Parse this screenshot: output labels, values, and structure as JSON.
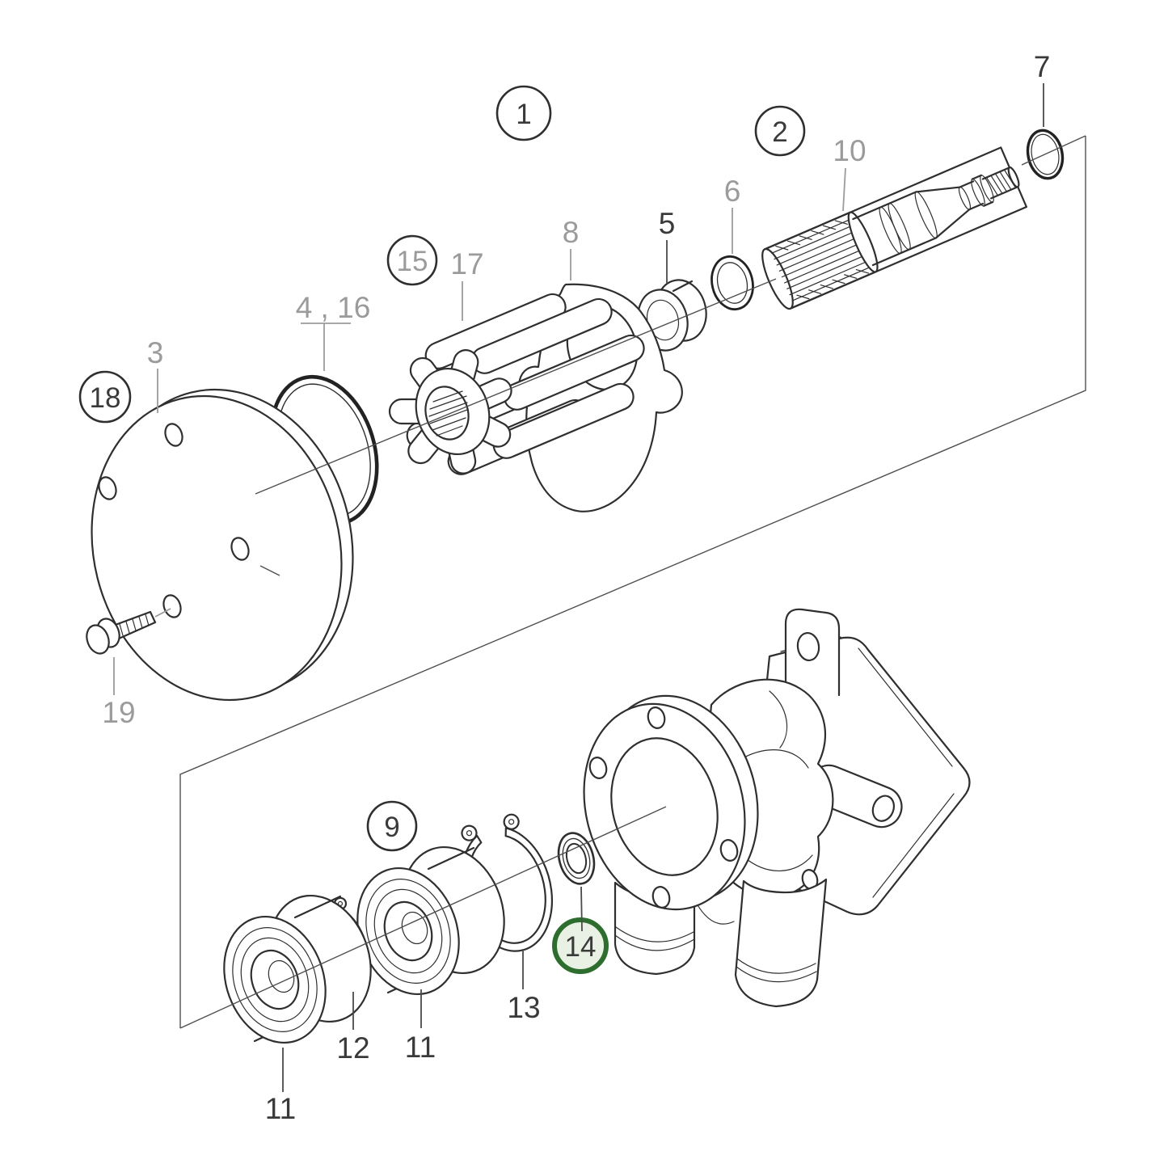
{
  "figure": {
    "type": "exploded-parts-diagram",
    "background": "#ffffff",
    "line_color": "#2f2f2f",
    "gray_label_color": "#9b9b9b",
    "dark_label_color": "#3a3a3a",
    "highlight_stroke": "#2d6e2f",
    "highlight_fill": "#e9f1e5"
  },
  "callouts": {
    "c1": {
      "label": "1"
    },
    "c2": {
      "label": "2"
    },
    "c15": {
      "label": "15"
    },
    "c18": {
      "label": "18"
    },
    "c9": {
      "label": "9"
    },
    "c14": {
      "label": "14"
    },
    "p7": {
      "label": "7"
    },
    "p10": {
      "label": "10"
    },
    "p6": {
      "label": "6"
    },
    "p5": {
      "label": "5"
    },
    "p8": {
      "label": "8"
    },
    "p17": {
      "label": "17"
    },
    "p4_16": {
      "label": "4 , 16"
    },
    "p3": {
      "label": "3"
    },
    "p19": {
      "label": "19"
    },
    "p13": {
      "label": "13"
    },
    "p12": {
      "label": "12"
    },
    "p11_left": {
      "label": "11"
    },
    "p11_right": {
      "label": "11"
    }
  }
}
